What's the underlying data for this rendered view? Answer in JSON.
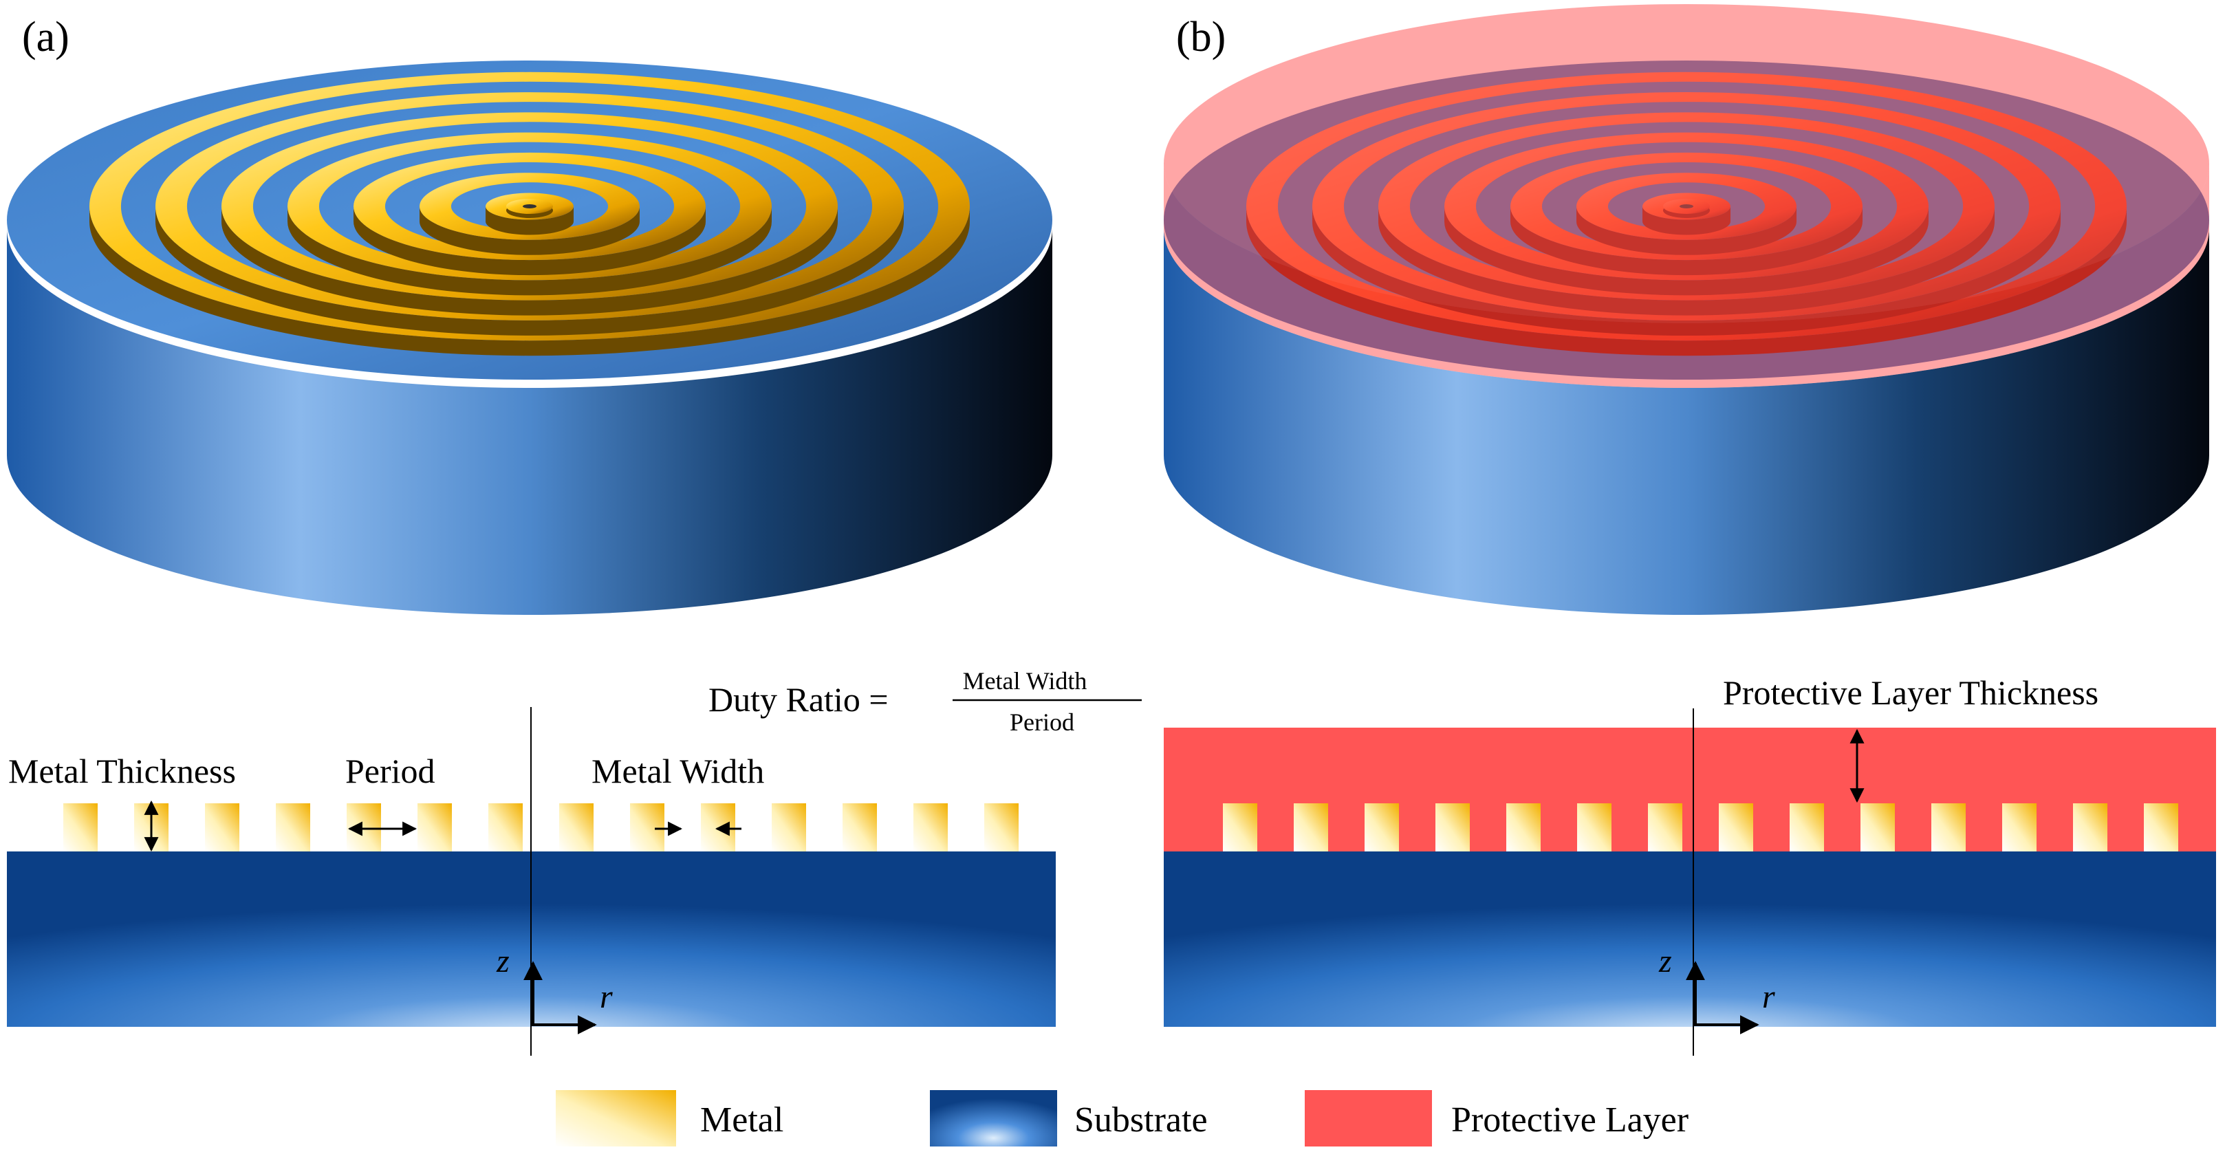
{
  "panels": {
    "a": {
      "label": "(a)"
    },
    "b": {
      "label": "(b)"
    }
  },
  "annotations": {
    "duty_ratio_prefix": "Duty Ratio =",
    "duty_ratio_numerator": "Metal Width",
    "duty_ratio_denominator": "Period",
    "metal_thickness": "Metal Thickness",
    "period": "Period",
    "metal_width": "Metal Width",
    "protective_layer_thickness": "Protective Layer Thickness"
  },
  "axes": {
    "z": "z",
    "r": "r"
  },
  "legend": {
    "metal": "Metal",
    "substrate": "Substrate",
    "protective_layer": "Protective Layer"
  },
  "colors": {
    "metal_light": "#fffbe0",
    "metal_dark": "#f5b800",
    "substrate_light": "#a8cdf5",
    "substrate_mid": "#2e73c0",
    "substrate_dark": "#05122a",
    "protective_layer": "#ff5555",
    "protective_translucent": "#ff4040"
  },
  "structure": {
    "ring_count": 7,
    "metal_strips_per_panel": 14
  }
}
